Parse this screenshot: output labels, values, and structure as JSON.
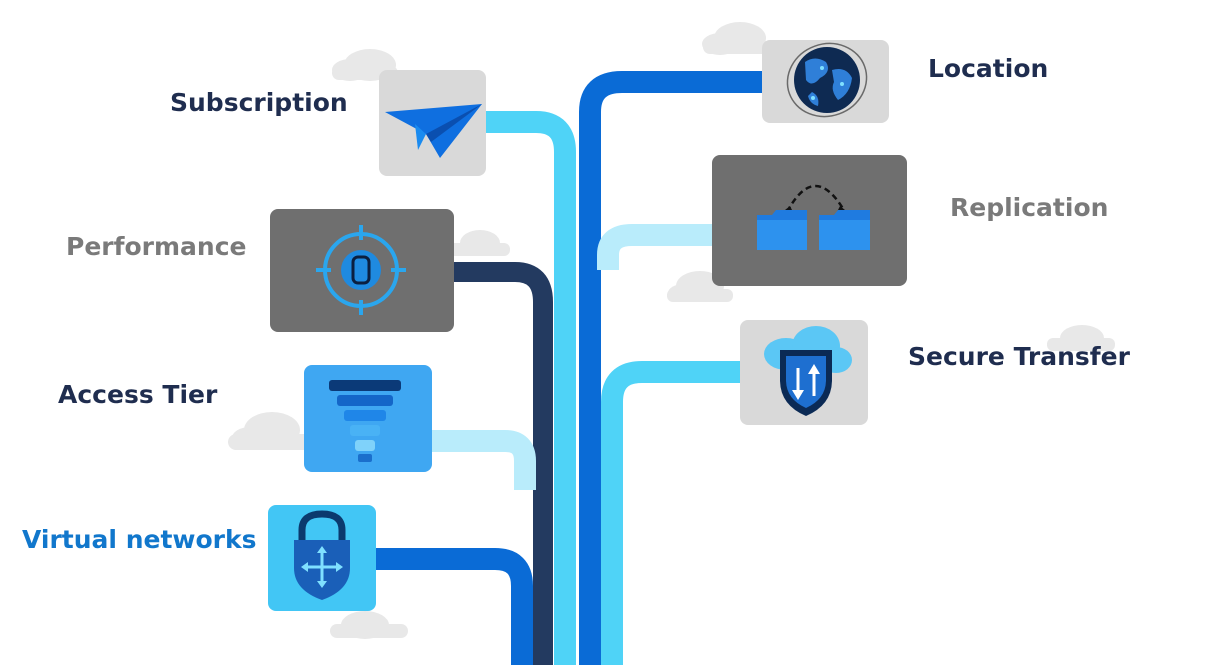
{
  "labels": {
    "subscription": "Subscription",
    "performance": "Performance",
    "access_tier": "Access Tier",
    "virtual_networks": "Virtual networks",
    "location": "Location",
    "replication": "Replication",
    "secure_transfer": "Secure Transfer"
  },
  "colors": {
    "navy": "#1f2d4f",
    "gray_text": "#7a7a7a",
    "blue_text": "#1177cc",
    "dark_blue_line": "#0a6bd6",
    "light_blue_line": "#4fd3f7",
    "pale_blue_line": "#b9ecfb",
    "navy_line": "#233a60",
    "tile_light": "#d9d9d9",
    "tile_dark": "#6f6f6f",
    "tile_blue": "#42c6f5",
    "cloud": "#e7e7e7"
  },
  "icons": {
    "subscription": "paper-plane-icon",
    "performance": "target-gauge-icon",
    "access_tier": "funnel-tiers-icon",
    "virtual_networks": "padlock-arrows-icon",
    "location": "globe-icon",
    "replication": "folder-sync-icon",
    "secure_transfer": "shield-cloud-icon"
  }
}
